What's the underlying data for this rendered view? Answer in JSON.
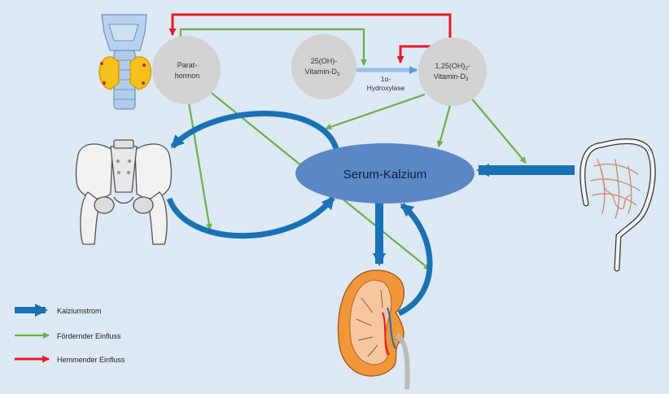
{
  "nodes": {
    "parathormon": {
      "line1": "Parat-",
      "line2": "hormon"
    },
    "calcidiol": {
      "line1": "25(OH)-",
      "line2": "Vitamin-D",
      "line2_sub": "3"
    },
    "calcitriol": {
      "line1_main": "1,25(OH)",
      "line1_sub": "2",
      "line1_tail": "-",
      "line2": "Vitamin-D",
      "line2_sub": "3"
    },
    "hydroxylase": {
      "line1": "1α-",
      "line2": "Hydroxylase"
    },
    "serum": {
      "label": "Serum-Kalzium"
    }
  },
  "legend": {
    "calcium_flow": "Kalziumstrom",
    "promoting": "Fördernder Einfluss",
    "inhibiting": "Hemmender Einfluss"
  },
  "colors": {
    "background": "#dde9f4",
    "calcium_flow": "#1a72b5",
    "promoting": "#6ab04c",
    "inhibiting": "#e51c23",
    "hormone_node": "#d3d3d3",
    "serum_node": "#5b87c5"
  },
  "icons": {
    "thyroid": "thyroid-parathyroid-icon",
    "pelvis": "pelvis-bone-icon",
    "intestine": "intestine-icon",
    "kidney": "kidney-icon"
  }
}
